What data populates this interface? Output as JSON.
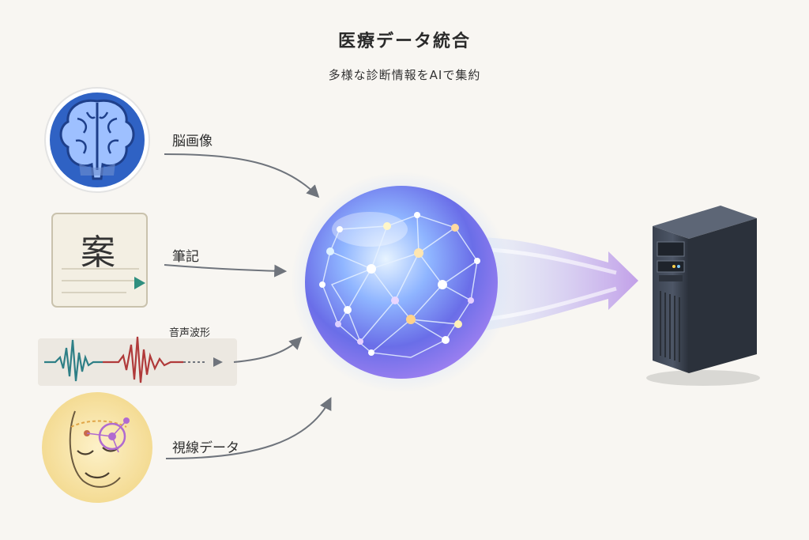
{
  "header": {
    "title": "医療データ統合",
    "subtitle": "多様な診断情報をAIで集約"
  },
  "inputs": [
    {
      "label": "脳画像",
      "icon": "brain-icon"
    },
    {
      "label": "筆記",
      "icon": "handwriting-note-icon"
    },
    {
      "label": "音声波形",
      "icon": "audio-waveform-icon"
    },
    {
      "label": "視線データ",
      "icon": "eye-tracking-face-icon"
    }
  ],
  "note": {
    "glyph": "案"
  },
  "hub": {
    "icon": "ai-network-sphere-icon"
  },
  "output": {
    "icon": "server-icon"
  },
  "colors": {
    "background": "#f8f6f2",
    "brain_blue": "#2f62c4",
    "arrow_gray": "#6f747c",
    "wave_teal": "#2e7f86",
    "wave_red": "#b03a3a",
    "flow_purple": "#b58be6"
  }
}
